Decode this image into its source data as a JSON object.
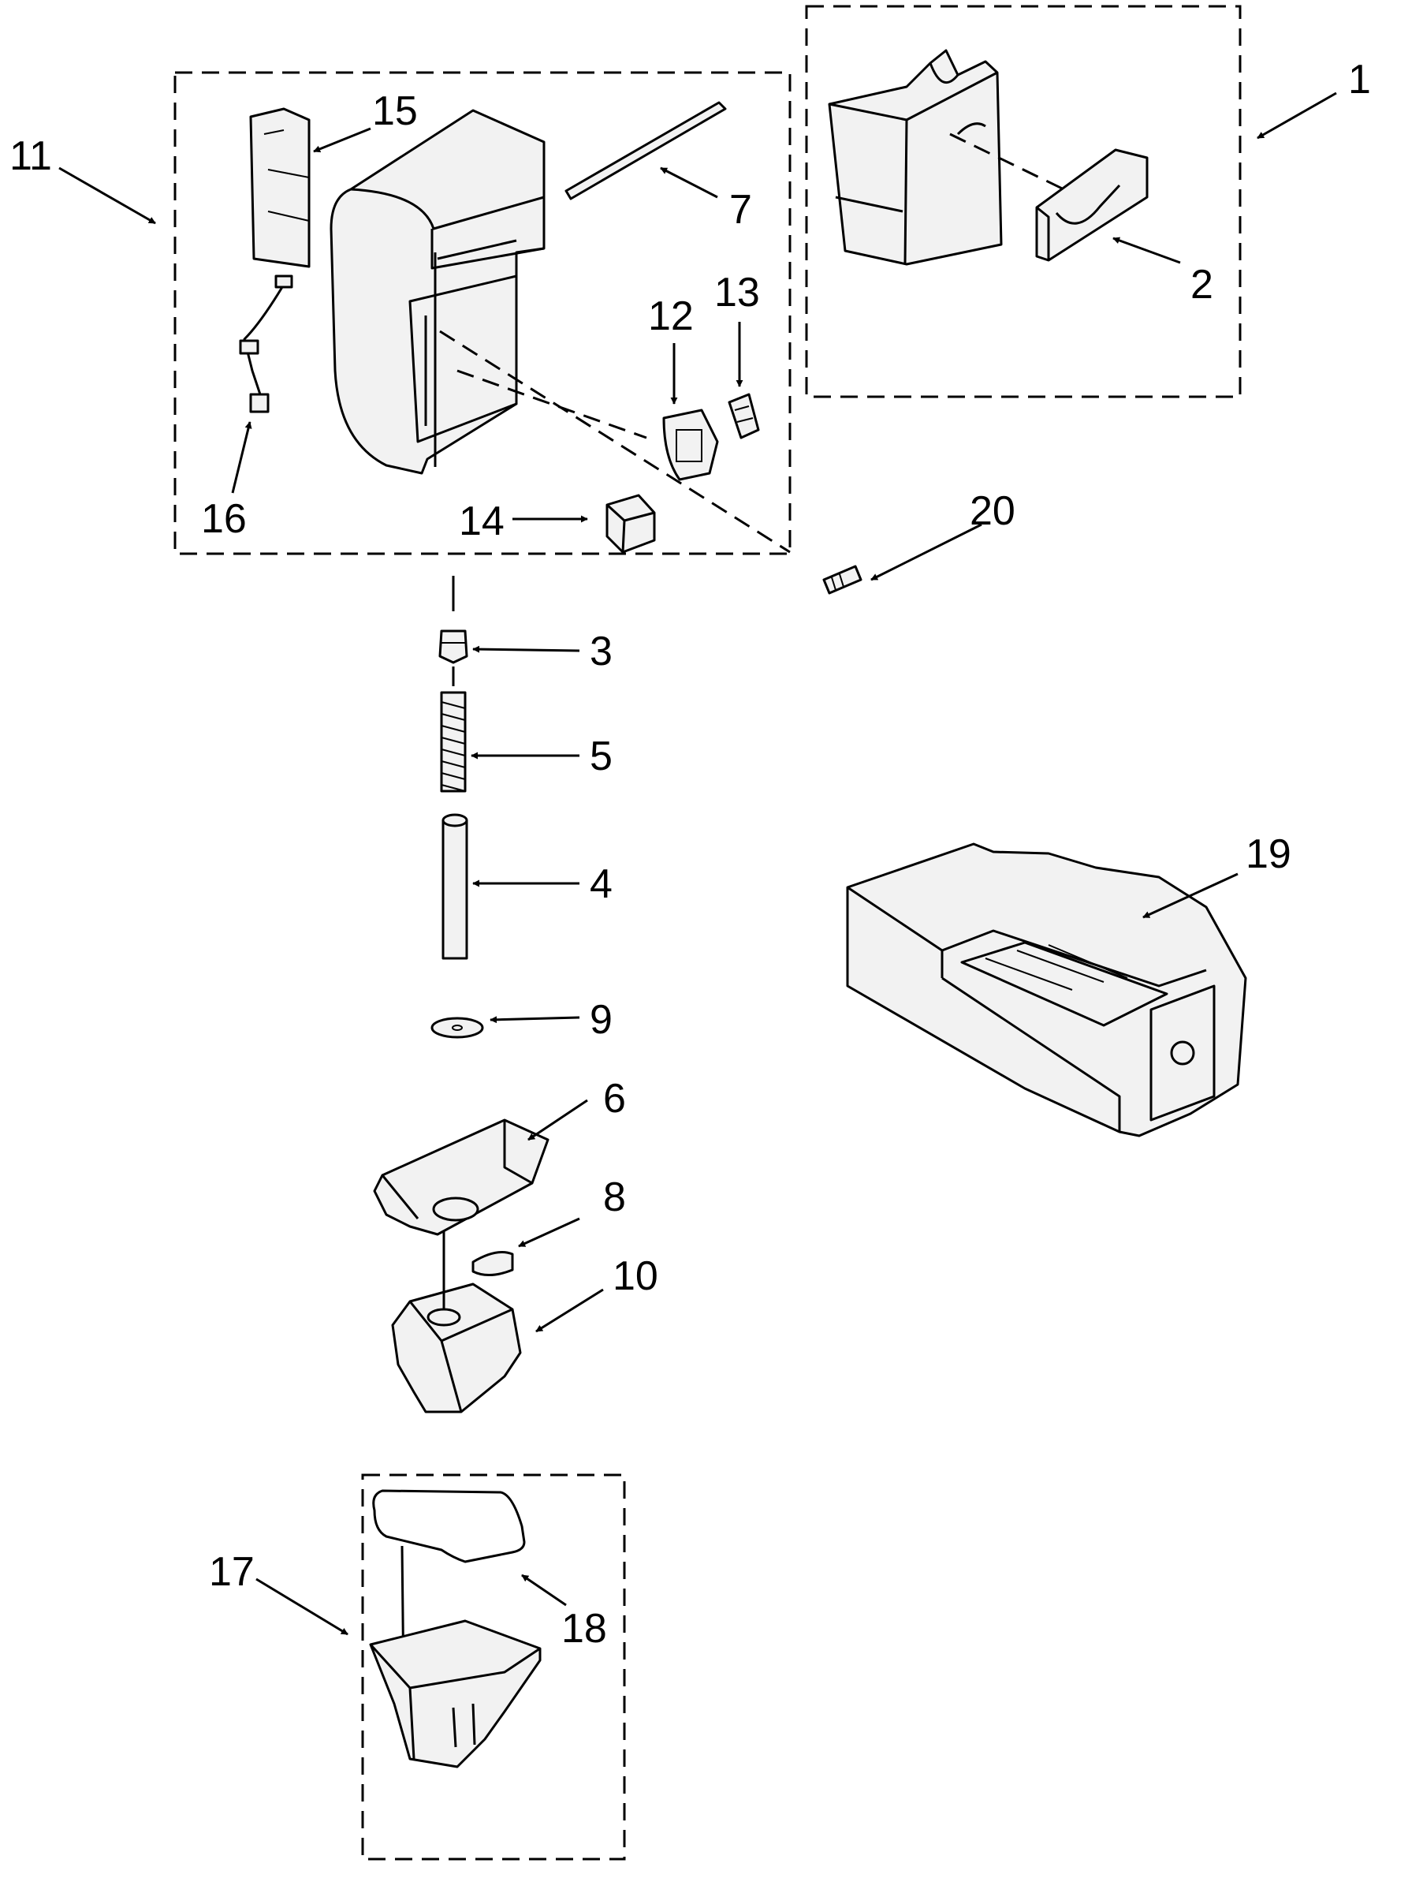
{
  "labels": [
    "1",
    "2",
    "3",
    "4",
    "5",
    "6",
    "7",
    "8",
    "9",
    "10",
    "11",
    "12",
    "13",
    "14",
    "15",
    "16",
    "17",
    "18",
    "19",
    "20"
  ]
}
